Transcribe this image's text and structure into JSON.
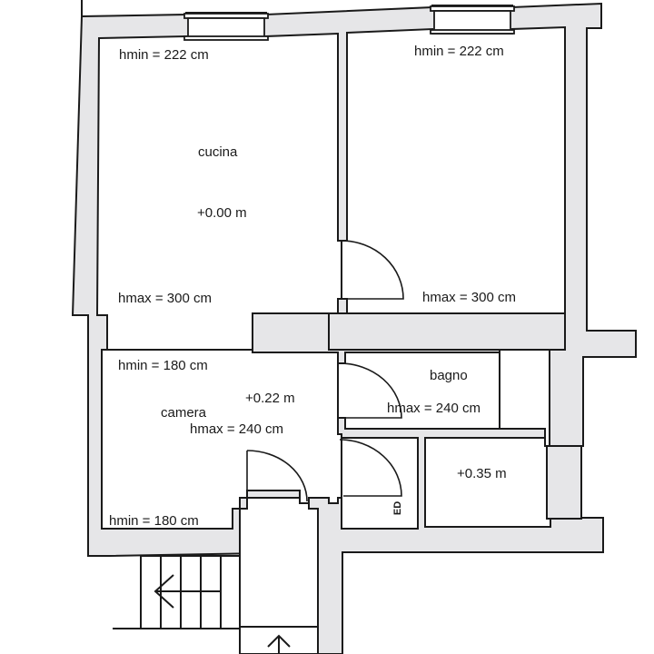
{
  "plan": {
    "rooms": {
      "cucina": {
        "name": "cucina",
        "level": "+0.00 m",
        "hmin": "hmin = 222 cm",
        "hmax": "hmax = 300 cm"
      },
      "room_right": {
        "hmin": "hmin = 222 cm",
        "hmax": "hmax = 300 cm"
      },
      "camera": {
        "name": "camera",
        "level": "+0.22 m",
        "hmax": "hmax = 240 cm",
        "hmin_top": "hmin = 180 cm",
        "hmin_bottom": "hmin = 180 cm"
      },
      "bagno": {
        "name": "bagno",
        "hmax": "hmax = 240 cm"
      },
      "room_small": {
        "level": "+0.35 m"
      }
    },
    "closet_label": "ED",
    "colors": {
      "wall_fill": "#e6e6e8",
      "outline": "#1a1a1a",
      "background": "#ffffff"
    },
    "icons": [
      "stair-arrow-left-icon",
      "entrance-arrow-up-icon",
      "door-swing-icon",
      "window-icon"
    ]
  }
}
